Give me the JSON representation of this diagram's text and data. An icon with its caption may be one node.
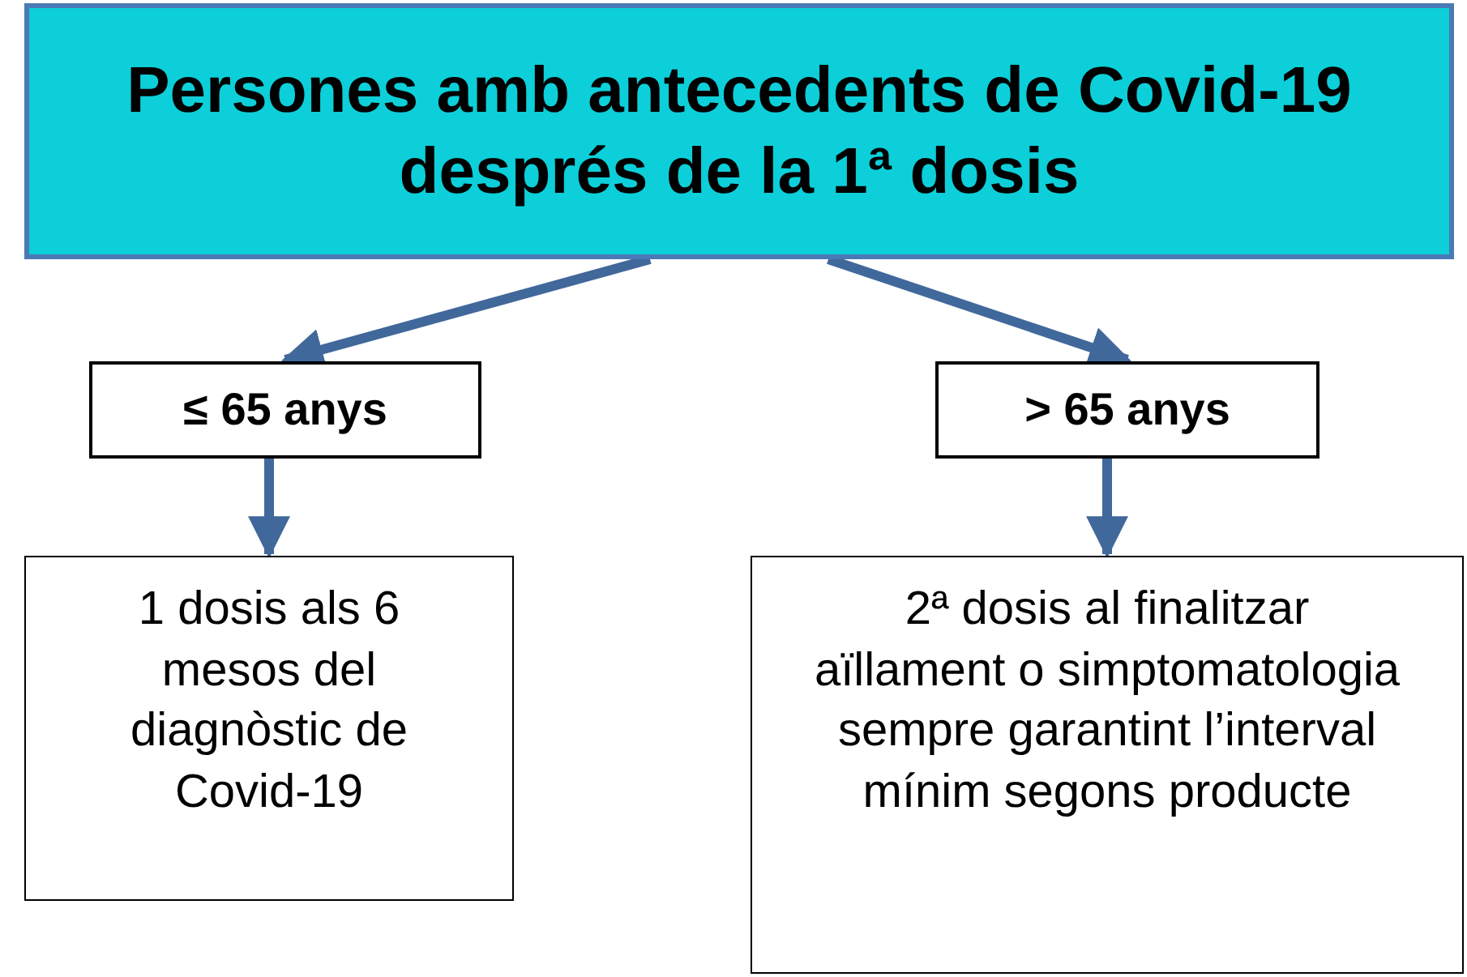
{
  "diagram": {
    "nodes": [
      {
        "text": [
          "Persones amb antecedents de Covid-19 després de la 1ª dosis"
        ]
      },
      {
        "text": [
          "≤ 65 anys"
        ]
      },
      {
        "text": [
          "> 65 anys"
        ]
      },
      {
        "text": [
          "1 dosis als 6 mesos del diagnòstic de Covid-19"
        ]
      },
      {
        "text": [
          "2ª dosis al finalitzar aïllament o simptomatologia sempre garantint l’interval mínim segons producte"
        ]
      }
    ],
    "edges": [
      {
        "from": 0,
        "to": 1,
        "arrow": "to"
      },
      {
        "from": 0,
        "to": 2,
        "arrow": "to"
      },
      {
        "from": 1,
        "to": 3,
        "arrow": "to"
      },
      {
        "from": 2,
        "to": 4,
        "arrow": "to"
      }
    ]
  }
}
